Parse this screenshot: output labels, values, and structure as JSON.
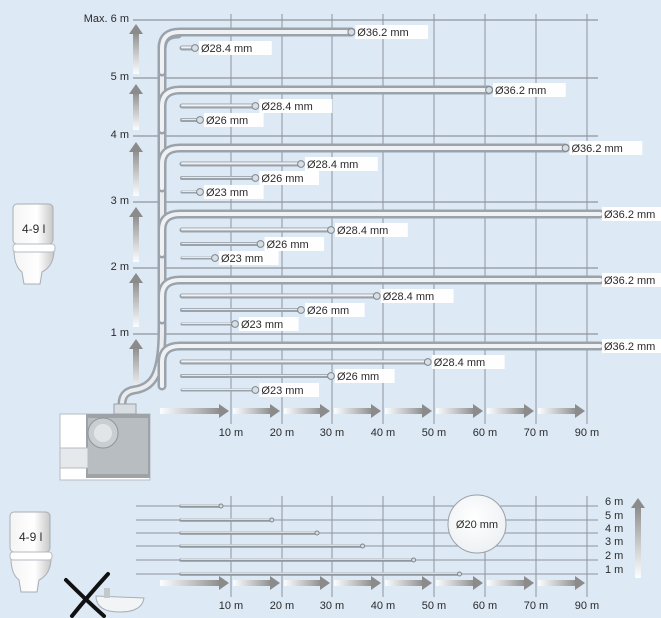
{
  "upper": {
    "height_labels": [
      "Max. 6 m",
      "5 m",
      "4 m",
      "3 m",
      "2 m",
      "1 m"
    ],
    "distance_labels": [
      "10 m",
      "20 m",
      "30 m",
      "40 m",
      "50 m",
      "60 m",
      "70 m",
      "90 m"
    ],
    "toilet_label": "4-9 l",
    "pipe_routes": [
      {
        "height_m": 6,
        "pipes": [
          {
            "label": "Ø36.2 mm",
            "length_m": 33
          },
          {
            "label": "Ø28.4 mm",
            "length_m": 2
          }
        ]
      },
      {
        "height_m": 5,
        "pipes": [
          {
            "label": "Ø36.2 mm",
            "length_m": 60
          },
          {
            "label": "Ø28.4 mm",
            "length_m": 14
          },
          {
            "label": "Ø26 mm",
            "length_m": 3
          }
        ]
      },
      {
        "height_m": 4,
        "pipes": [
          {
            "label": "Ø36.2 mm",
            "length_m": 80
          },
          {
            "label": "Ø28.4 mm",
            "length_m": 23
          },
          {
            "label": "Ø26 mm",
            "length_m": 14
          },
          {
            "label": "Ø23 mm",
            "length_m": 3
          }
        ]
      },
      {
        "height_m": 3,
        "pipes": [
          {
            "label": "Ø36.2 mm",
            "length_m": 90
          },
          {
            "label": "Ø28.4 mm",
            "length_m": 29
          },
          {
            "label": "Ø26 mm",
            "length_m": 15
          },
          {
            "label": "Ø23 mm",
            "length_m": 6
          }
        ]
      },
      {
        "height_m": 2,
        "pipes": [
          {
            "label": "Ø36.2 mm",
            "length_m": 90
          },
          {
            "label": "Ø28.4 mm",
            "length_m": 38
          },
          {
            "label": "Ø26 mm",
            "length_m": 23
          },
          {
            "label": "Ø23 mm",
            "length_m": 10
          }
        ]
      },
      {
        "height_m": 1,
        "pipes": [
          {
            "label": "Ø36.2 mm",
            "length_m": 90
          },
          {
            "label": "Ø28.4 mm",
            "length_m": 48
          },
          {
            "label": "Ø26 mm",
            "length_m": 29
          },
          {
            "label": "Ø23 mm",
            "length_m": 14
          }
        ]
      }
    ]
  },
  "lower": {
    "height_labels": [
      "6 m",
      "5 m",
      "4 m",
      "3 m",
      "2 m",
      "1 m"
    ],
    "distance_labels": [
      "10 m",
      "20 m",
      "30 m",
      "40 m",
      "50 m",
      "60 m",
      "70 m",
      "90 m"
    ],
    "toilet_label": "4-9 l",
    "pipe_badge": "Ø20 mm",
    "pipe_lengths_m": [
      {
        "height_m": 6,
        "length_m": 8
      },
      {
        "height_m": 5,
        "length_m": 18
      },
      {
        "height_m": 4,
        "length_m": 27
      },
      {
        "height_m": 3,
        "length_m": 36
      },
      {
        "height_m": 2,
        "length_m": 46
      },
      {
        "height_m": 1,
        "length_m": 55
      }
    ]
  },
  "colors": {
    "background": "#dde9f5",
    "grid": "#8e959d",
    "arrow": "#8b8b8b",
    "pipe": "#c7cfd8",
    "text": "#2b2b2b"
  }
}
